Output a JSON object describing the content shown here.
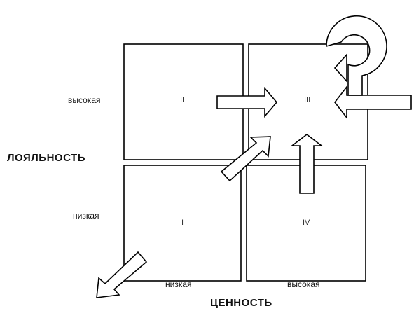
{
  "axes": {
    "y_title": "ЛОЯЛЬНОСТЬ",
    "y_high": "высокая",
    "y_low": "низкая",
    "x_title": "ЦЕННОСТЬ",
    "x_low": "низкая",
    "x_high": "высокая"
  },
  "quadrants": {
    "q1": "I",
    "q2": "II",
    "q3": "III",
    "q4": "IV"
  }
}
